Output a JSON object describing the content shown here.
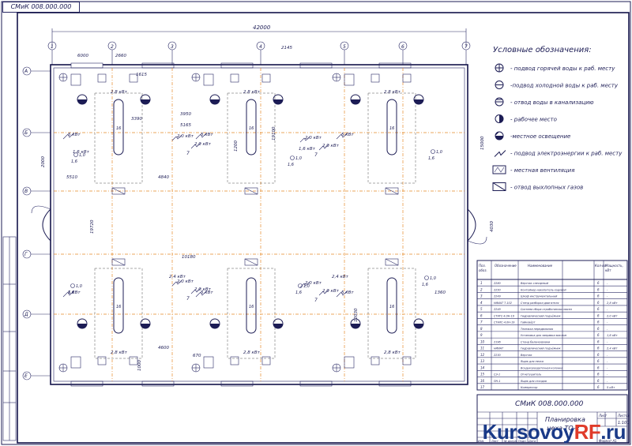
{
  "drawing": {
    "stamp_code": "СМиК 008.000.000",
    "overall_dim": "42000",
    "axes_numbers": [
      "1",
      "2",
      "3",
      "4",
      "5",
      "6",
      "7"
    ],
    "axes_letters": [
      "А",
      "Б",
      "В",
      "Г",
      "Д",
      "Е"
    ],
    "dims": {
      "d6000": "6000",
      "d2660": "2660",
      "d2145": "2145",
      "d1615": "1615",
      "d3950": "3950",
      "d5165": "5165",
      "d3390": "3390",
      "d4840": "4840",
      "d2000": "2000",
      "d5510": "5510",
      "d1200": "1200",
      "d19100": "19100",
      "d15000": "15000",
      "d19720": "19720",
      "d4030": "4030",
      "d10180": "10180",
      "d4600": "4600",
      "d670": "670",
      "d1000": "1000",
      "d1360": "1360",
      "d12030": "12030"
    },
    "power_labels": [
      "2,8 кВт",
      "5 кВт",
      "2,0 кВт",
      "1,6 кВт",
      "2,4 кВт",
      "1,0",
      "1,6"
    ]
  },
  "legend": {
    "title": "Условные обозначения:",
    "items": [
      "- подвод горячей воды к раб. месту",
      "-подвод холодной воды к раб. месту",
      "- отвод воды в канализацию",
      "- рабочее место",
      "-местное освещение",
      "- подвод электроэнергии к раб. месту",
      "- местная вентиляция",
      "- отвод выхлопных газов"
    ]
  },
  "spec_table": {
    "headers": [
      "Поз. обоз.",
      "Обозначение",
      "Наименование",
      "Кол-во",
      "Мощность, кВт"
    ],
    "rows": [
      [
        "1",
        "2280",
        "Верстак слесарный",
        "6",
        "-"
      ],
      [
        "2",
        "2250",
        "Контейнер-накопитель ходовой",
        "6",
        "-"
      ],
      [
        "3",
        "2249",
        "Шкаф инструментальный",
        "6",
        "-"
      ],
      [
        "4",
        "НИИАТ Т-102",
        "Стенд разборки двигателя",
        "6",
        "2,8 кВт"
      ],
      [
        "5",
        "2249",
        "Система сбора отработанных масел",
        "6",
        "-"
      ],
      [
        "6",
        "СТАТС-4,0Н-19",
        "Гидравлический подъёмник",
        "6",
        "2,0 кВт"
      ],
      [
        "7",
        "СТАЛС-4,0Н-19",
        "Гайковёрт",
        "6",
        "-"
      ],
      [
        "8",
        "",
        "Тележка передвижная",
        "6",
        "-"
      ],
      [
        "9",
        "",
        "Установка для заправки маслом",
        "6",
        "1,6 кВт"
      ],
      [
        "10",
        "2196",
        "Стенд балансировки",
        "6",
        "-"
      ],
      [
        "11",
        "НИИАТ",
        "Гидравлический подъёмник",
        "6",
        "2,4 кВт"
      ],
      [
        "12",
        "2230",
        "Верстак",
        "6",
        "-"
      ],
      [
        "13",
        "",
        "Ящик для песка",
        "6",
        "-"
      ],
      [
        "14",
        "",
        "Воздухораздаточная колонка",
        "6",
        "-"
      ],
      [
        "15",
        "СЭ-1",
        "Огнетушитель",
        "6",
        "-"
      ],
      [
        "16",
        "ПН-1",
        "Ящик для отходов",
        "6",
        "-"
      ],
      [
        "17",
        "",
        "Компрессор",
        "6",
        "5 кВт"
      ]
    ]
  },
  "title_block": {
    "code": "СМиК 008.000.000",
    "name_line1": "Планировка",
    "name_line2": "цеха ТО-2",
    "scale": "1:100",
    "sheet_label": "Лист",
    "sheets_label": "Листов",
    "format": "Формат А1",
    "rows": [
      "Изм.",
      "Лист",
      "№ докум.",
      "Подп.",
      "Дата"
    ]
  },
  "watermark": {
    "text_main": "Kursovoy",
    "text_accent": "RF",
    "text_tail": ".ru"
  }
}
